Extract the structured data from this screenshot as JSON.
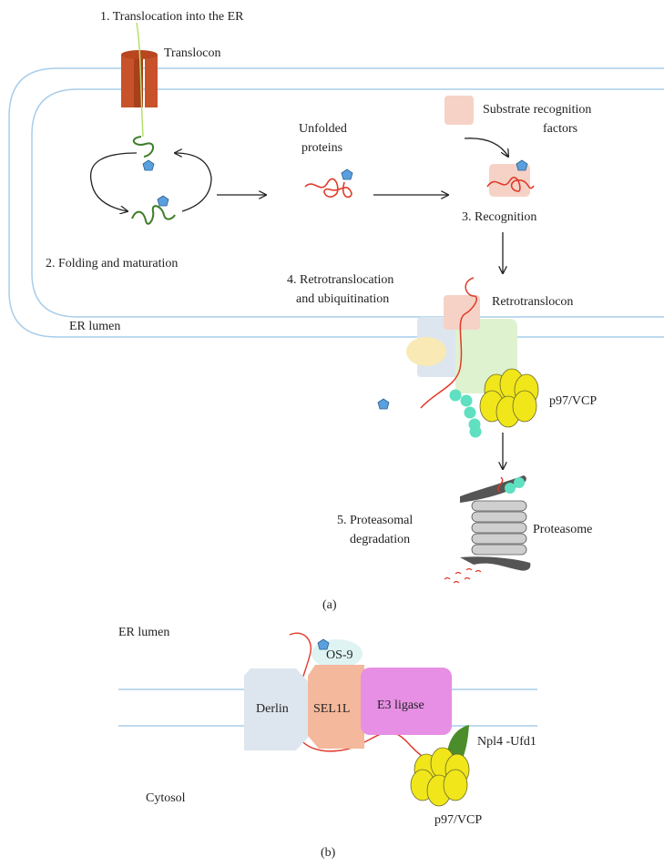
{
  "colors": {
    "membrane": "#a9cdea",
    "translocon": "#c8522a",
    "folding_chain": "#3f7d2a",
    "unfolded_chain": "#e03a2a",
    "glycan": "#5aa0de",
    "substrate_factor": "#f6d2c6",
    "derlin": "#dde6ee",
    "sel1l": "#f4b89c",
    "e3_ligase": "#e68fe4",
    "retro_green": "#dff2cf",
    "os9": "#dff3f3",
    "npl4": "#4b8d2a",
    "p97": "#f0e61a",
    "ubiquitin": "#5fe0c0",
    "proteasome_ring": "#cfcfcf",
    "proteasome_cap": "#555555"
  },
  "panel_a": {
    "step1": "1. Translocation into the ER",
    "translocon": "Translocon",
    "step2": "2. Folding and maturation",
    "unfolded_line1": "Unfolded",
    "unfolded_line2": "proteins",
    "substrate_line1": "Substrate recognition",
    "substrate_line2": "factors",
    "step3": "3. Recognition",
    "step4_line1": "4. Retrotranslocation",
    "step4_line2": "and ubiquitination",
    "retrotranslocon": "Retrotranslocon",
    "er_lumen": "ER lumen",
    "p97": "p97/VCP",
    "step5_line1": "5. Proteasomal",
    "step5_line2": "degradation",
    "proteasome": "Proteasome",
    "caption": "(a)"
  },
  "panel_b": {
    "er_lumen": "ER lumen",
    "os9": "OS-9",
    "derlin": "Derlin",
    "sel1l": "SEL1L",
    "e3": "E3 ligase",
    "npl4": "Npl4 -Ufd1",
    "cytosol": "Cytosol",
    "p97": "p97/VCP",
    "caption": "(b)"
  }
}
